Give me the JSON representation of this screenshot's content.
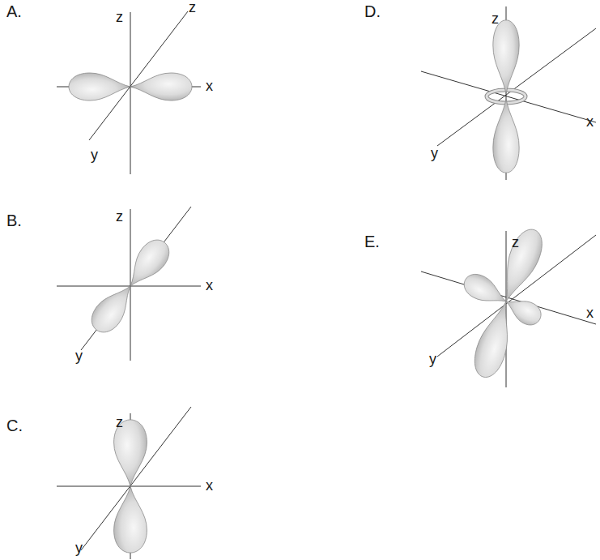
{
  "diagram": {
    "labels": [
      "A.",
      "z",
      "z",
      "x",
      "y",
      "D.",
      "z",
      "x",
      "y",
      "B.",
      "z",
      "x",
      "y",
      "E.",
      "z",
      "x",
      "y",
      "C.",
      "z",
      "x",
      "y"
    ]
  }
}
